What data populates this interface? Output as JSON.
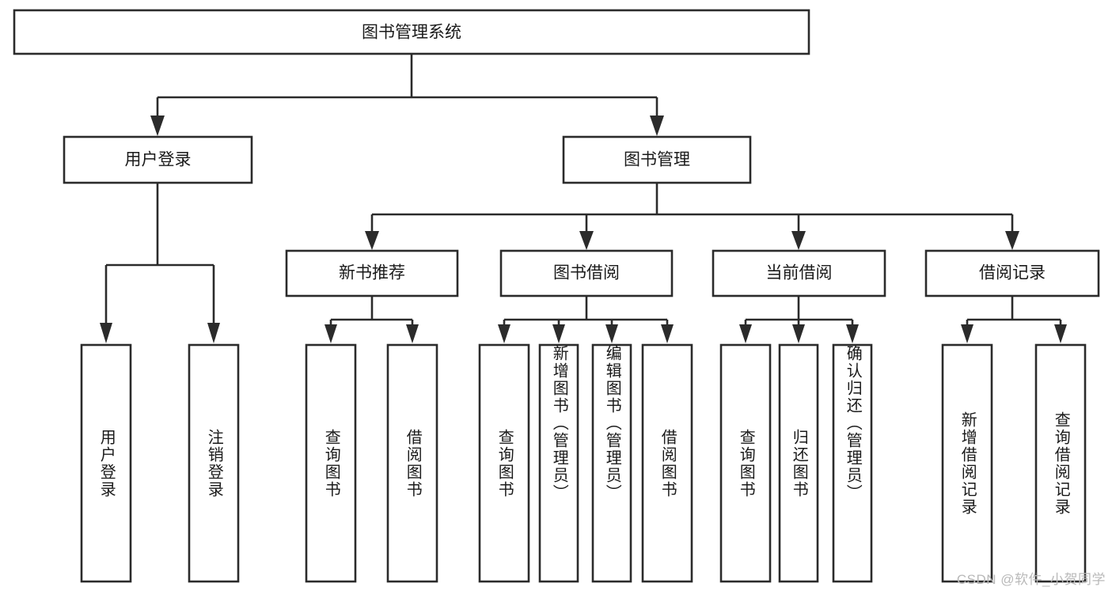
{
  "diagram": {
    "title": "图书管理系统",
    "type": "tree-hierarchy",
    "watermark": "CSDN @软件_小贺同学",
    "colors": {
      "stroke": "#2b2b2b",
      "fill": "#ffffff",
      "text": "#1a1a1a",
      "watermark": "#b9b9b9"
    },
    "root": {
      "label": "图书管理系统"
    },
    "level2": [
      {
        "label": "用户登录"
      },
      {
        "label": "图书管理"
      }
    ],
    "level3": [
      {
        "label": "新书推荐"
      },
      {
        "label": "图书借阅"
      },
      {
        "label": "当前借阅"
      },
      {
        "label": "借阅记录"
      }
    ],
    "leaves": {
      "user_login": [
        {
          "label": "用户登录"
        },
        {
          "label": "注销登录"
        }
      ],
      "new_book_recommend": [
        {
          "label": "查询图书"
        },
        {
          "label": "借阅图书"
        }
      ],
      "book_borrow": [
        {
          "label": "查询图书"
        },
        {
          "label": "新增图书（管理员）"
        },
        {
          "label": "编辑图书（管理员）"
        },
        {
          "label": "借阅图书"
        }
      ],
      "current_borrow": [
        {
          "label": "查询图书"
        },
        {
          "label": "归还图书"
        },
        {
          "label": "确认归还（管理员）"
        }
      ],
      "borrow_record": [
        {
          "label": "新增借阅记录"
        },
        {
          "label": "查询借阅记录"
        }
      ]
    }
  }
}
